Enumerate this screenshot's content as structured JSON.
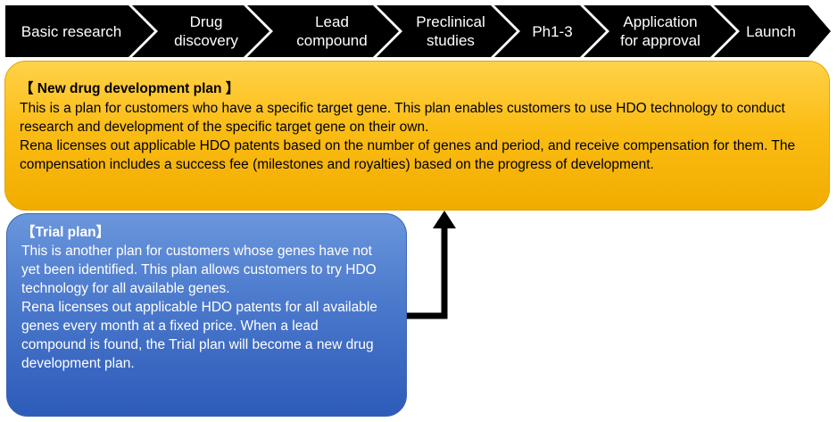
{
  "pipeline": {
    "stages": [
      {
        "label": "Basic research"
      },
      {
        "label": "Drug\ndiscovery"
      },
      {
        "label": "Lead\ncompound"
      },
      {
        "label": "Preclinical\nstudies"
      },
      {
        "label": "Ph1-3"
      },
      {
        "label": "Application\nfor approval"
      },
      {
        "label": "Launch"
      }
    ]
  },
  "new_plan": {
    "title": "【 New drug development plan 】",
    "paragraph_1": "This is a plan for customers who have a specific target gene. This plan enables customers to use HDO technology to conduct research and development of the specific target gene on their own.",
    "paragraph_2": "Rena licenses out applicable HDO patents based on the number of genes and period, and receive compensation for them. The compensation includes a success fee (milestones and royalties) based on the progress of development."
  },
  "trial_plan": {
    "title": "【Trial plan】",
    "paragraph_1": "This is another plan for customers whose genes have not yet been identified. This plan allows customers to try HDO technology for all available  genes.",
    "paragraph_2": "Rena licenses out applicable HDO patents for all available genes every month at a fixed price. When a lead compound is found, the Trial plan will become a new drug development plan."
  },
  "colors": {
    "chevron_fill": "#000000",
    "chevron_text": "#ffffff",
    "plan_box": "#fbbd14",
    "trial_box": "#4a78cb",
    "arrow": "#000000"
  }
}
